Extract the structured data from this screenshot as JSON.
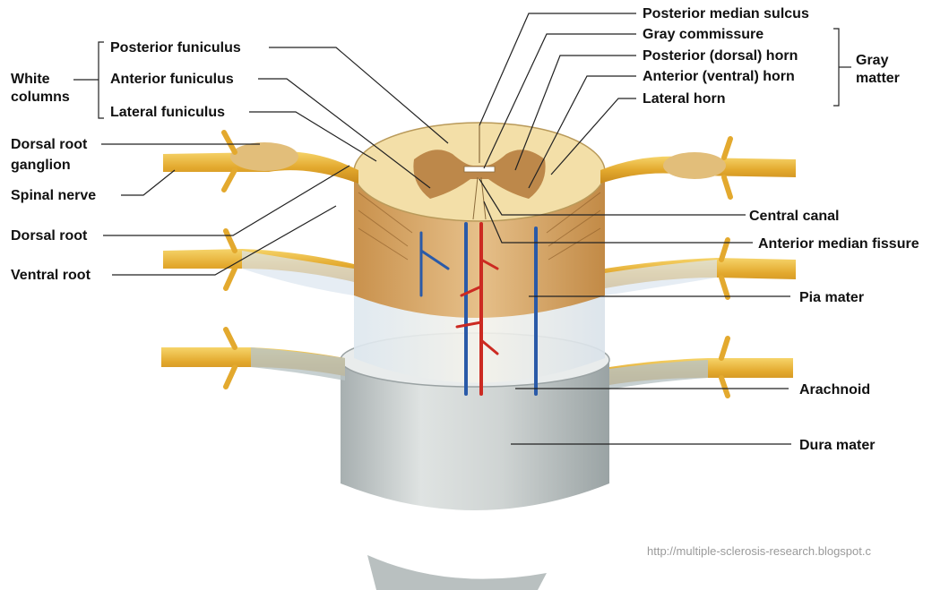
{
  "labels": {
    "white_columns_1": "White",
    "white_columns_2": "columns",
    "posterior_funiculus": "Posterior funiculus",
    "anterior_funiculus": "Anterior funiculus",
    "lateral_funiculus": "Lateral funiculus",
    "dorsal_root_ganglion_1": "Dorsal root",
    "dorsal_root_ganglion_2": "ganglion",
    "spinal_nerve": "Spinal nerve",
    "dorsal_root": "Dorsal root",
    "ventral_root": "Ventral root",
    "posterior_median_sulcus": "Posterior median sulcus",
    "gray_commissure": "Gray commissure",
    "posterior_horn": "Posterior (dorsal) horn",
    "anterior_horn": "Anterior (ventral) horn",
    "lateral_horn": "Lateral horn",
    "gray_matter_1": "Gray",
    "gray_matter_2": "matter",
    "central_canal": "Central canal",
    "anterior_median_fissure": "Anterior median fissure",
    "pia_mater": "Pia mater",
    "arachnoid": "Arachnoid",
    "dura_mater": "Dura mater"
  },
  "source_url": "http://multiple-sclerosis-research.blogspot.c",
  "colors": {
    "nerve": "#e8b43a",
    "white_matter": "#f3dfa8",
    "gray_matter": "#b3793a",
    "dura": "#c9cfcf",
    "vein": "#2a5aa8",
    "artery": "#cc2a22"
  }
}
